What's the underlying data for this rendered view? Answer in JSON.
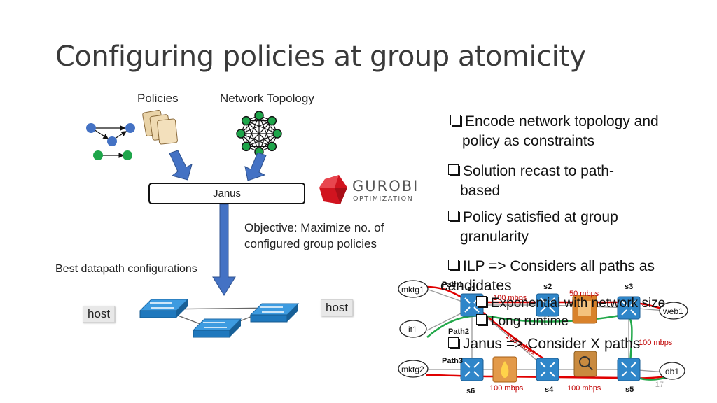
{
  "slide": {
    "title": "Configuring policies at group atomicity",
    "page_number": "17"
  },
  "left": {
    "policies_label": "Policies",
    "topology_label": "Network Topology",
    "janus_label": "Janus",
    "objective_line1": "Objective: Maximize no. of",
    "objective_line2": "configured group policies",
    "best_label": "Best datapath configurations",
    "host_left": "host",
    "host_right": "host"
  },
  "logo": {
    "name": "GUROBI",
    "tagline": "OPTIMIZATION",
    "brand_color": "#d1141f"
  },
  "bullets": [
    {
      "line1": "Encode network topology and",
      "line2": "policy as constraints"
    },
    {
      "line1": "Solution recast to path-",
      "line2": "based"
    },
    {
      "line1": "Policy satisfied at group",
      "line2": "granularity"
    },
    {
      "line1": "ILP => Considers all paths as",
      "line2": "candidates"
    }
  ],
  "sub_bullets": [
    "Exponential with network size",
    "Long runtime"
  ],
  "last_bullet": "Janus => Consider X paths",
  "network": {
    "hosts": [
      "mktg1",
      "it1",
      "mktg2",
      "web1",
      "db1"
    ],
    "switches": [
      "s1",
      "s2",
      "s3",
      "s6",
      "s4",
      "s5"
    ],
    "paths": [
      "Path1",
      "Path2",
      "Path3"
    ],
    "bandwidth": {
      "s1_s2": "100 mbps",
      "s2_s3": "50 mbps",
      "diag": "100 mbps",
      "s3_s5": "100 mbps",
      "s6_s4": "100 mbps",
      "s4_s5": "100 mbps"
    },
    "colors": {
      "path_red": "#e00000",
      "path_green": "#22a84a",
      "switch_blue": "#2f86c9"
    }
  }
}
